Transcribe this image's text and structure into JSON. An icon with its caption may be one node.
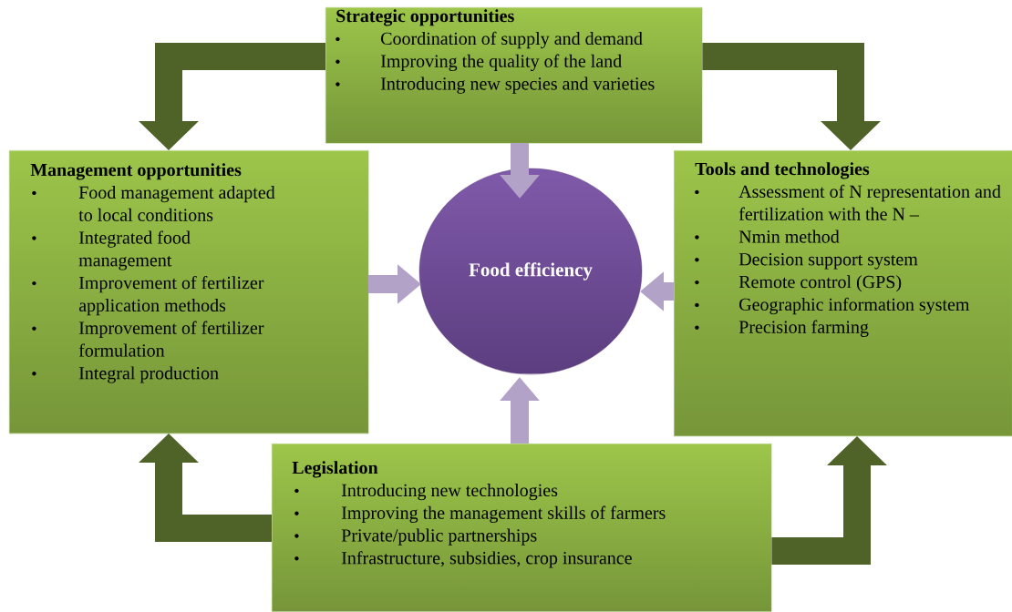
{
  "diagram": {
    "nodes": [
      {
        "text": [
          "Strategic opportunities",
          "Coordination of supply and demand",
          "Improving the quality of the land",
          "Introducing new species and varieties"
        ]
      },
      {
        "text": [
          "Management opportunities",
          "Food management adapted to local conditions",
          "Integrated food management",
          "Improvement of fertilizer application methods",
          "Improvement of fertilizer formulation",
          "Integral production"
        ]
      },
      {
        "text": [
          "Food efficiency"
        ]
      },
      {
        "text": [
          "Tools and technologies",
          "Assessment of N representation and fertilization with the N –",
          "Nmin method",
          "Decision support system",
          "Remote control (GPS)",
          "Geographic information system",
          "Precision farming"
        ]
      },
      {
        "text": [
          "Legislation",
          "Introducing new technologies",
          "Improving the management skills of farmers",
          "Private/public partnerships",
          "Infrastructure, subsidies, crop insurance"
        ]
      }
    ],
    "edges": [
      {
        "from": 0,
        "to": 1,
        "arrow": "to",
        "color": "#4f6228"
      },
      {
        "from": 0,
        "to": 3,
        "arrow": "to",
        "color": "#4f6228"
      },
      {
        "from": 0,
        "to": 2,
        "arrow": "to",
        "color": "#b3a2c7"
      },
      {
        "from": 1,
        "to": 2,
        "arrow": "to",
        "color": "#b3a2c7"
      },
      {
        "from": 3,
        "to": 2,
        "arrow": "to",
        "color": "#b3a2c7"
      },
      {
        "from": 4,
        "to": 2,
        "arrow": "to",
        "color": "#b3a2c7"
      },
      {
        "from": 4,
        "to": 1,
        "arrow": "to",
        "color": "#4f6228"
      },
      {
        "from": 4,
        "to": 3,
        "arrow": "to",
        "color": "#4f6228"
      }
    ]
  }
}
